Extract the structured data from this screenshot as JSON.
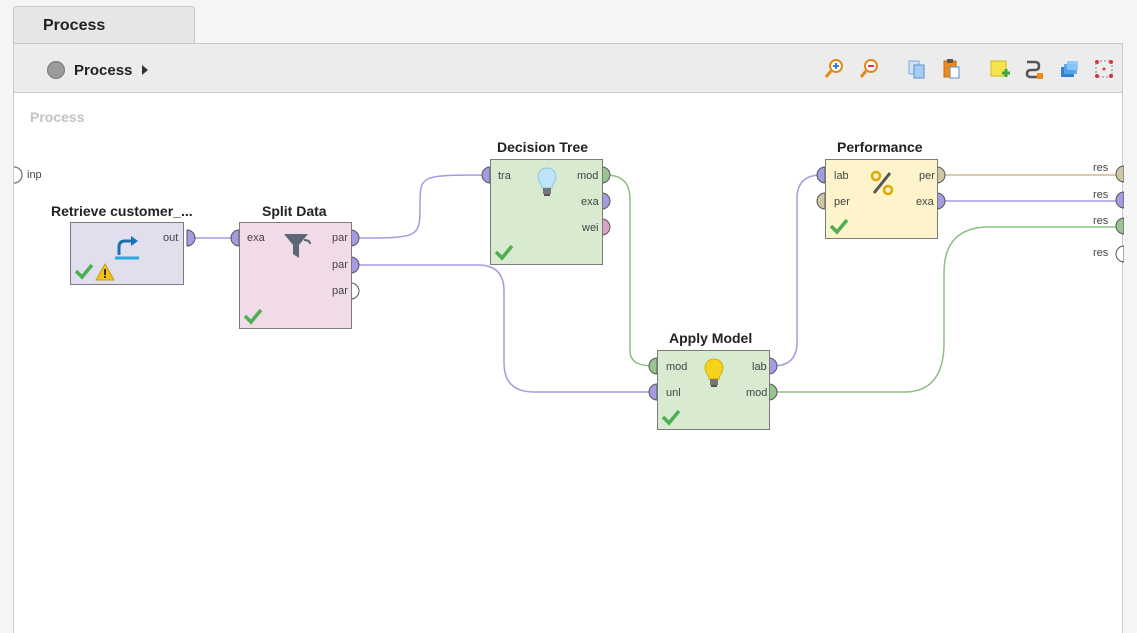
{
  "tab": {
    "label": "Process"
  },
  "breadcrumb": {
    "label": "Process"
  },
  "toolbar": {
    "buttons": [
      {
        "name": "zoom-in-icon"
      },
      {
        "name": "zoom-out-icon"
      },
      {
        "name": "copy-icon"
      },
      {
        "name": "paste-icon"
      },
      {
        "name": "add-note-icon"
      },
      {
        "name": "auto-wire-icon"
      },
      {
        "name": "layers-icon"
      },
      {
        "name": "fit-view-icon"
      }
    ]
  },
  "canvas": {
    "title": "Process",
    "input_port": "inp",
    "result_ports": [
      "res",
      "res",
      "res",
      "res"
    ]
  },
  "operators": {
    "retrieve": {
      "title": "Retrieve customer_...",
      "ports_out": [
        "out"
      ],
      "color": "#e1dfee"
    },
    "split": {
      "title": "Split Data",
      "ports_in": [
        "exa"
      ],
      "ports_out": [
        "par",
        "par",
        "par"
      ],
      "color": "#f2dbe8"
    },
    "tree": {
      "title": "Decision Tree",
      "ports_in": [
        "tra"
      ],
      "ports_out": [
        "mod",
        "exa",
        "wei"
      ],
      "color": "#d8ead0"
    },
    "apply": {
      "title": "Apply Model",
      "ports_in": [
        "mod",
        "unl"
      ],
      "ports_out": [
        "lab",
        "mod"
      ],
      "color": "#d8ead0"
    },
    "perf": {
      "title": "Performance",
      "ports_in": [
        "lab",
        "per"
      ],
      "ports_out": [
        "per",
        "exa"
      ],
      "color": "#fdf4cc"
    }
  },
  "colors": {
    "example_port": "#a49ce0",
    "model_port": "#9bc493",
    "performance_port": "#cfc7a3",
    "weights_port": "#dba3c5",
    "check": "#4caf50",
    "warning": "#f3c21d"
  }
}
